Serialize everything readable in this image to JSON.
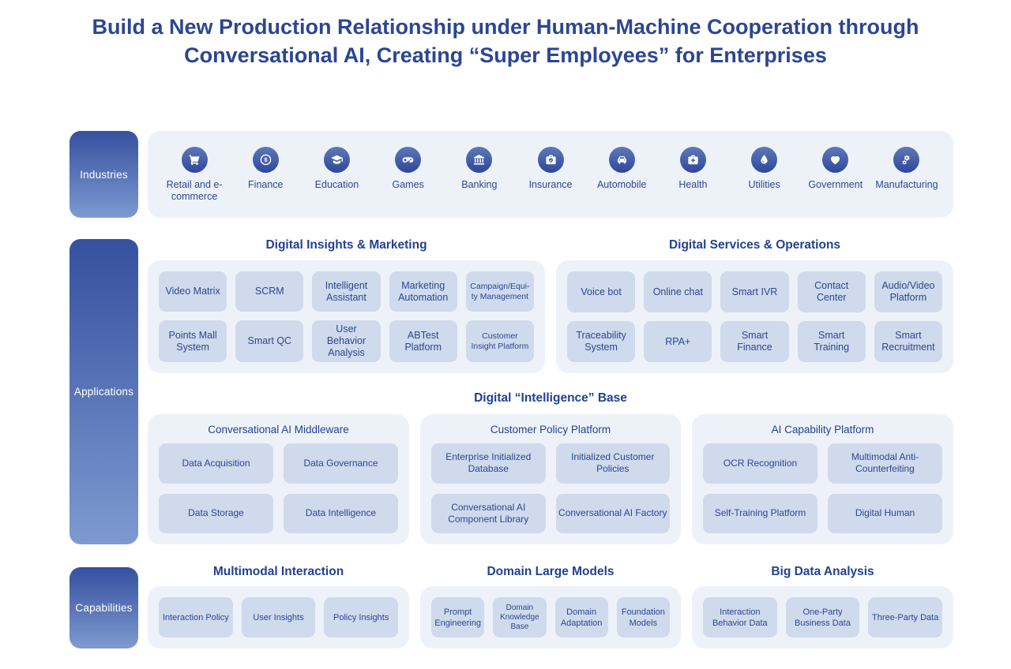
{
  "title": "Build a New Production Relationship under Human-Machine Cooperation through Conversational AI, Creating “Super Employees” for Enterprises",
  "sidebar": {
    "industries": "Industries",
    "applications": "Applications",
    "capabilities": "Capabilities"
  },
  "industries": {
    "items": [
      {
        "label": "Retail and e-commerce",
        "icon": "cart-icon"
      },
      {
        "label": "Finance",
        "icon": "dollar-coin-icon"
      },
      {
        "label": "Education",
        "icon": "graduation-cap-icon"
      },
      {
        "label": "Games",
        "icon": "gamepad-icon"
      },
      {
        "label": "Banking",
        "icon": "bank-icon"
      },
      {
        "label": "Insurance",
        "icon": "insurance-kit-icon"
      },
      {
        "label": "Automobile",
        "icon": "car-icon"
      },
      {
        "label": "Health",
        "icon": "medkit-icon"
      },
      {
        "label": "Utilities",
        "icon": "water-drop-icon"
      },
      {
        "label": "Government",
        "icon": "heart-icon"
      },
      {
        "label": "Manufacturing",
        "icon": "gears-icon"
      }
    ]
  },
  "applications": {
    "insights_marketing": {
      "title": "Digital Insights & Marketing",
      "rows": [
        [
          "Video Matrix",
          "SCRM",
          "Intelligent Assistant",
          "Marketing Automation",
          "Campaign/Equi-ty Management"
        ],
        [
          "Points Mall System",
          "Smart QC",
          "User Behavior Analysis",
          "ABTest Platform",
          "Customer Insight Platform"
        ]
      ]
    },
    "services_operations": {
      "title": "Digital Services & Operations",
      "rows": [
        [
          "Voice bot",
          "Online chat",
          "Smart IVR",
          "Contact Center",
          "Audio/Video Platform"
        ],
        [
          "Traceability System",
          "RPA+",
          "Smart Finance",
          "Smart Training",
          "Smart Recruitment"
        ]
      ]
    },
    "base": {
      "title": "Digital “Intelligence” Base",
      "middleware": {
        "title": "Conversational AI Middleware",
        "rows": [
          [
            "Data Acquisition",
            "Data Governance"
          ],
          [
            "Data Storage",
            "Data Intelligence"
          ]
        ]
      },
      "policy_platform": {
        "title": "Customer Policy Platform",
        "rows": [
          [
            "Enterprise Initialized Database",
            "Initialized Customer Policies"
          ],
          [
            "Conversational AI Component Library",
            "Conversational AI Factory"
          ]
        ]
      },
      "ai_platform": {
        "title": "AI Capability Platform",
        "rows": [
          [
            "OCR Recognition",
            "Multimodal Anti-Counterfeiting"
          ],
          [
            "Self-Training Platform",
            "Digital Human"
          ]
        ]
      }
    }
  },
  "capabilities": {
    "multimodal": {
      "title": "Multimodal Interaction",
      "rows": [
        [
          "Interaction Policy",
          "User Insights",
          "Policy Insights"
        ]
      ]
    },
    "domain_models": {
      "title": "Domain Large Models",
      "rows": [
        [
          "Prompt Engineering",
          "Domain Knowledge Base",
          "Domain Adaptation",
          "Foundation Models"
        ]
      ]
    },
    "big_data": {
      "title": "Big Data Analysis",
      "rows": [
        [
          "Interaction Behavior Data",
          "One-Party Business Data",
          "Three-Party Data"
        ]
      ]
    }
  },
  "colors": {
    "accent_navy": "#2b4693",
    "heading_navy": "#23418f",
    "panel_bg": "#edf2f9",
    "chip_bg": "#cfdaec",
    "rail_gradient_top": "#35509f",
    "rail_gradient_bottom": "#7e9ad0",
    "icon_circle_top": "#5e79b7",
    "icon_circle_bottom": "#2e479b"
  }
}
